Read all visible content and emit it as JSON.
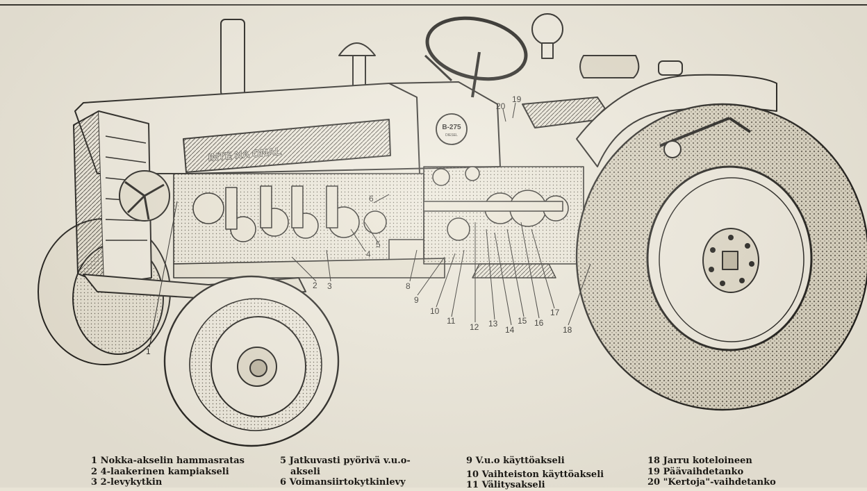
{
  "badge": {
    "line1": "B-275",
    "line2": "DIESEL"
  },
  "grille_lettering": "INTE  NA  ONAL",
  "callouts": [
    {
      "n": "1"
    },
    {
      "n": "2"
    },
    {
      "n": "3"
    },
    {
      "n": "4"
    },
    {
      "n": "5"
    },
    {
      "n": "6"
    },
    {
      "n": "8"
    },
    {
      "n": "9"
    },
    {
      "n": "10"
    },
    {
      "n": "11"
    },
    {
      "n": "12"
    },
    {
      "n": "13"
    },
    {
      "n": "14"
    },
    {
      "n": "15"
    },
    {
      "n": "16"
    },
    {
      "n": "17"
    },
    {
      "n": "18"
    },
    {
      "n": "19"
    },
    {
      "n": "20"
    }
  ],
  "legend": {
    "col1": [
      "1 Nokka-akselin  hammasratas",
      "2 4-laakerinen kampiakseli",
      "3 2-levykytkin"
    ],
    "col2": [
      "5 Jatkuvasti pyörivä v.u.o-",
      "akseli",
      "6 Voimansiirtokytkinlevy"
    ],
    "col3": [
      "9 V.u.o käyttöakseli",
      "10 Vaihteiston käyttöakseli",
      "11 Välitysakseli"
    ],
    "col4": [
      "18 Jarru koteloineen",
      "19 Päävaihdetanko",
      "20 \"Kertoja\"-vaihdetanko"
    ]
  }
}
